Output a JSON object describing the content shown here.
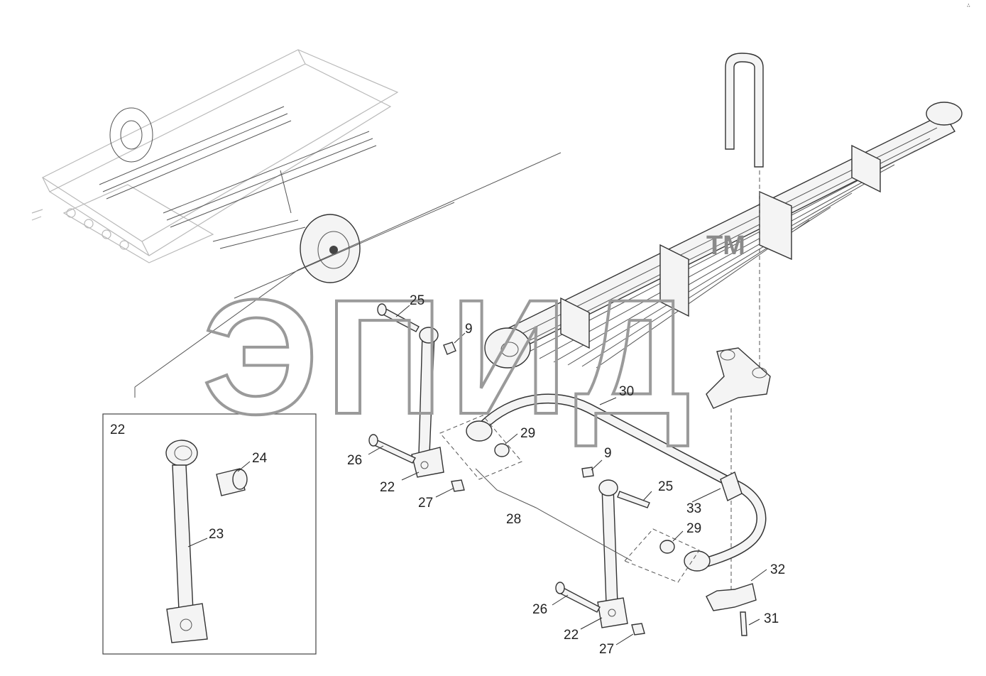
{
  "watermark": {
    "brand": "ЭПИД",
    "tm": "TM"
  },
  "corner_mark": "∴",
  "inset": {
    "title": "22"
  },
  "callouts": {
    "c25a": "25",
    "c9a": "9",
    "c30": "30",
    "c29a": "29",
    "c26a": "26",
    "c22a": "22",
    "c27a": "27",
    "c28": "28",
    "c9b": "9",
    "c25b": "25",
    "c33": "33",
    "c29b": "29",
    "c32": "32",
    "c26b": "26",
    "c22b": "22",
    "c27b": "27",
    "c31": "31",
    "c24": "24",
    "c23": "23"
  }
}
